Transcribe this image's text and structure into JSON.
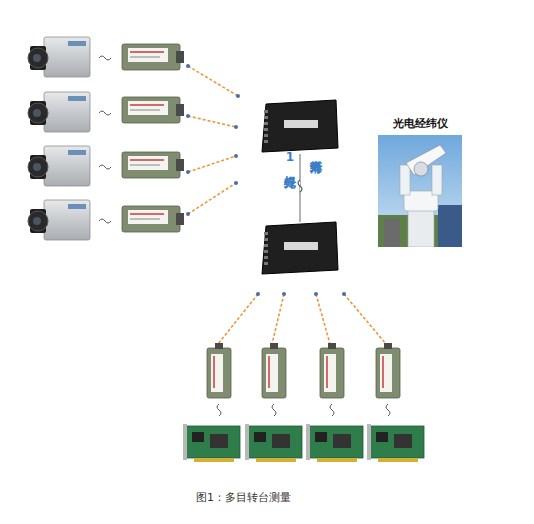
{
  "diagram": {
    "caption": "图1：多目转台测量",
    "nodes": [
      {
        "text": [
          "光电经纬仪"
        ]
      }
    ],
    "labels": [
      "1根光纤",
      "光纤滑环"
    ]
  }
}
